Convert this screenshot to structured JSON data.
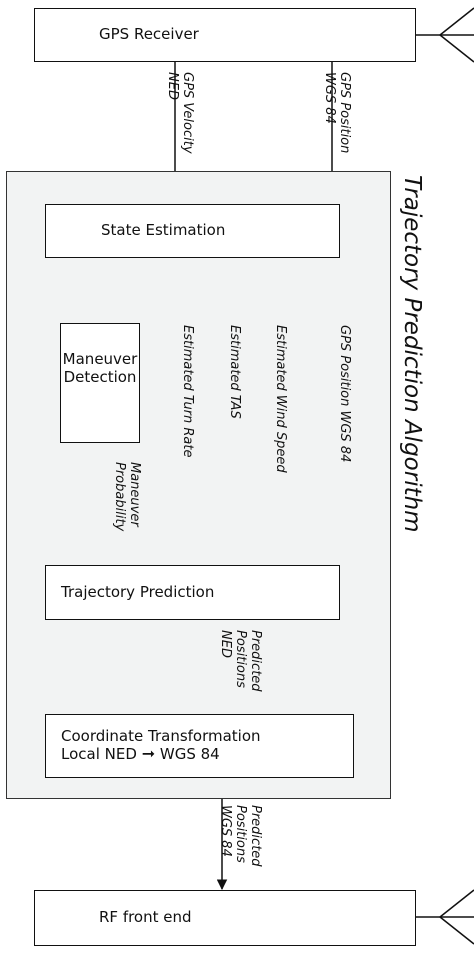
{
  "diagram": {
    "title": "Trajectory Prediction Algorithm",
    "boxes": {
      "gps_receiver": "GPS Receiver",
      "state_estimation": "State Estimation",
      "maneuver_detection_line1": "Maneuver",
      "maneuver_detection_line2": "Detection",
      "trajectory_prediction": "Trajectory Prediction",
      "coord_line1": "Coordinate Transformation",
      "coord_line2_left": "Local NED",
      "coord_line2_right": "WGS 84",
      "rf_front_end": "RF front end"
    },
    "labels": {
      "gps_velocity_line1": "GPS Velocity",
      "gps_velocity_line2": "NED",
      "gps_position_line1": "GPS Position",
      "gps_position_line2": "WGS 84",
      "estimated_turn_rate": "Estimated Turn Rate",
      "estimated_tas": "Estimated TAS",
      "estimated_wind_speed": "Estimated Wind Speed",
      "gps_position_wgs84": "GPS Position WGS 84",
      "maneuver_probability_line1": "Maneuver",
      "maneuver_probability_line2": "Probability",
      "predicted_positions_ned_line1": "Predicted",
      "predicted_positions_ned_line2": "Positions",
      "predicted_positions_ned_line3": "NED",
      "predicted_positions_wgs_line1": "Predicted",
      "predicted_positions_wgs_line2": "Positions",
      "predicted_positions_wgs_line3": "WGS 84"
    },
    "icons": {
      "antenna": "antenna-icon"
    }
  }
}
